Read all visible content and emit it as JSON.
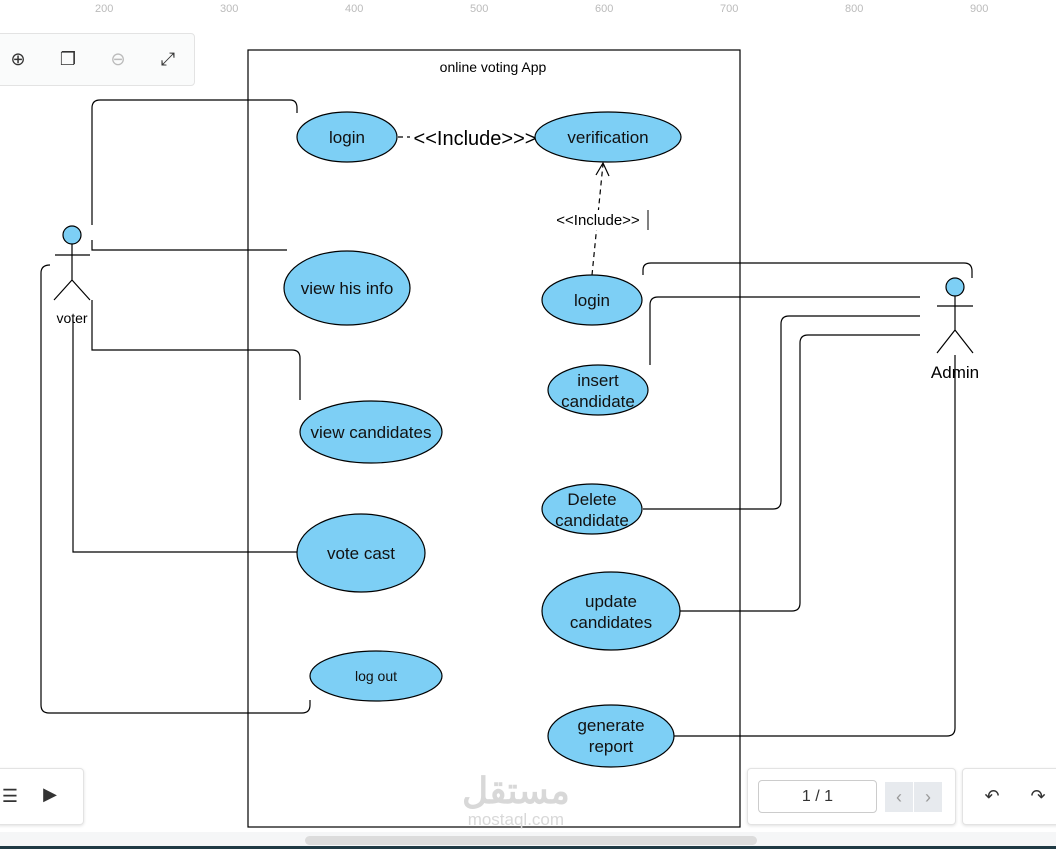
{
  "ruler": {
    "labels": [
      "200",
      "300",
      "400",
      "500",
      "600",
      "700",
      "800",
      "900"
    ]
  },
  "toolbar": {
    "icons": [
      "add-page-icon",
      "duplicate-page-icon",
      "remove-page-icon",
      "fit-page-icon"
    ]
  },
  "diagram": {
    "system_title": "online voting App",
    "actors": {
      "voter": "voter",
      "admin": "Admin"
    },
    "use_cases": {
      "login1": "login",
      "verification": "verification",
      "view_info": "view his info",
      "login2": "login",
      "insert1": "insert",
      "insert2": "candidate",
      "view_candidates": "view candidates",
      "delete1": "Delete",
      "delete2": "candidate",
      "vote_cast": "vote cast",
      "update1": "update",
      "update2": "candidates",
      "log_out": "log out",
      "report1": "generate",
      "report2": "report"
    },
    "include_label_1": "<<Include>>>",
    "include_label_2": "<<Include>>",
    "fill_color": "#7dcff5"
  },
  "pager": {
    "value": "1 / 1"
  },
  "watermark": {
    "arabic": "مستقل",
    "latin": "mostaql.com"
  }
}
